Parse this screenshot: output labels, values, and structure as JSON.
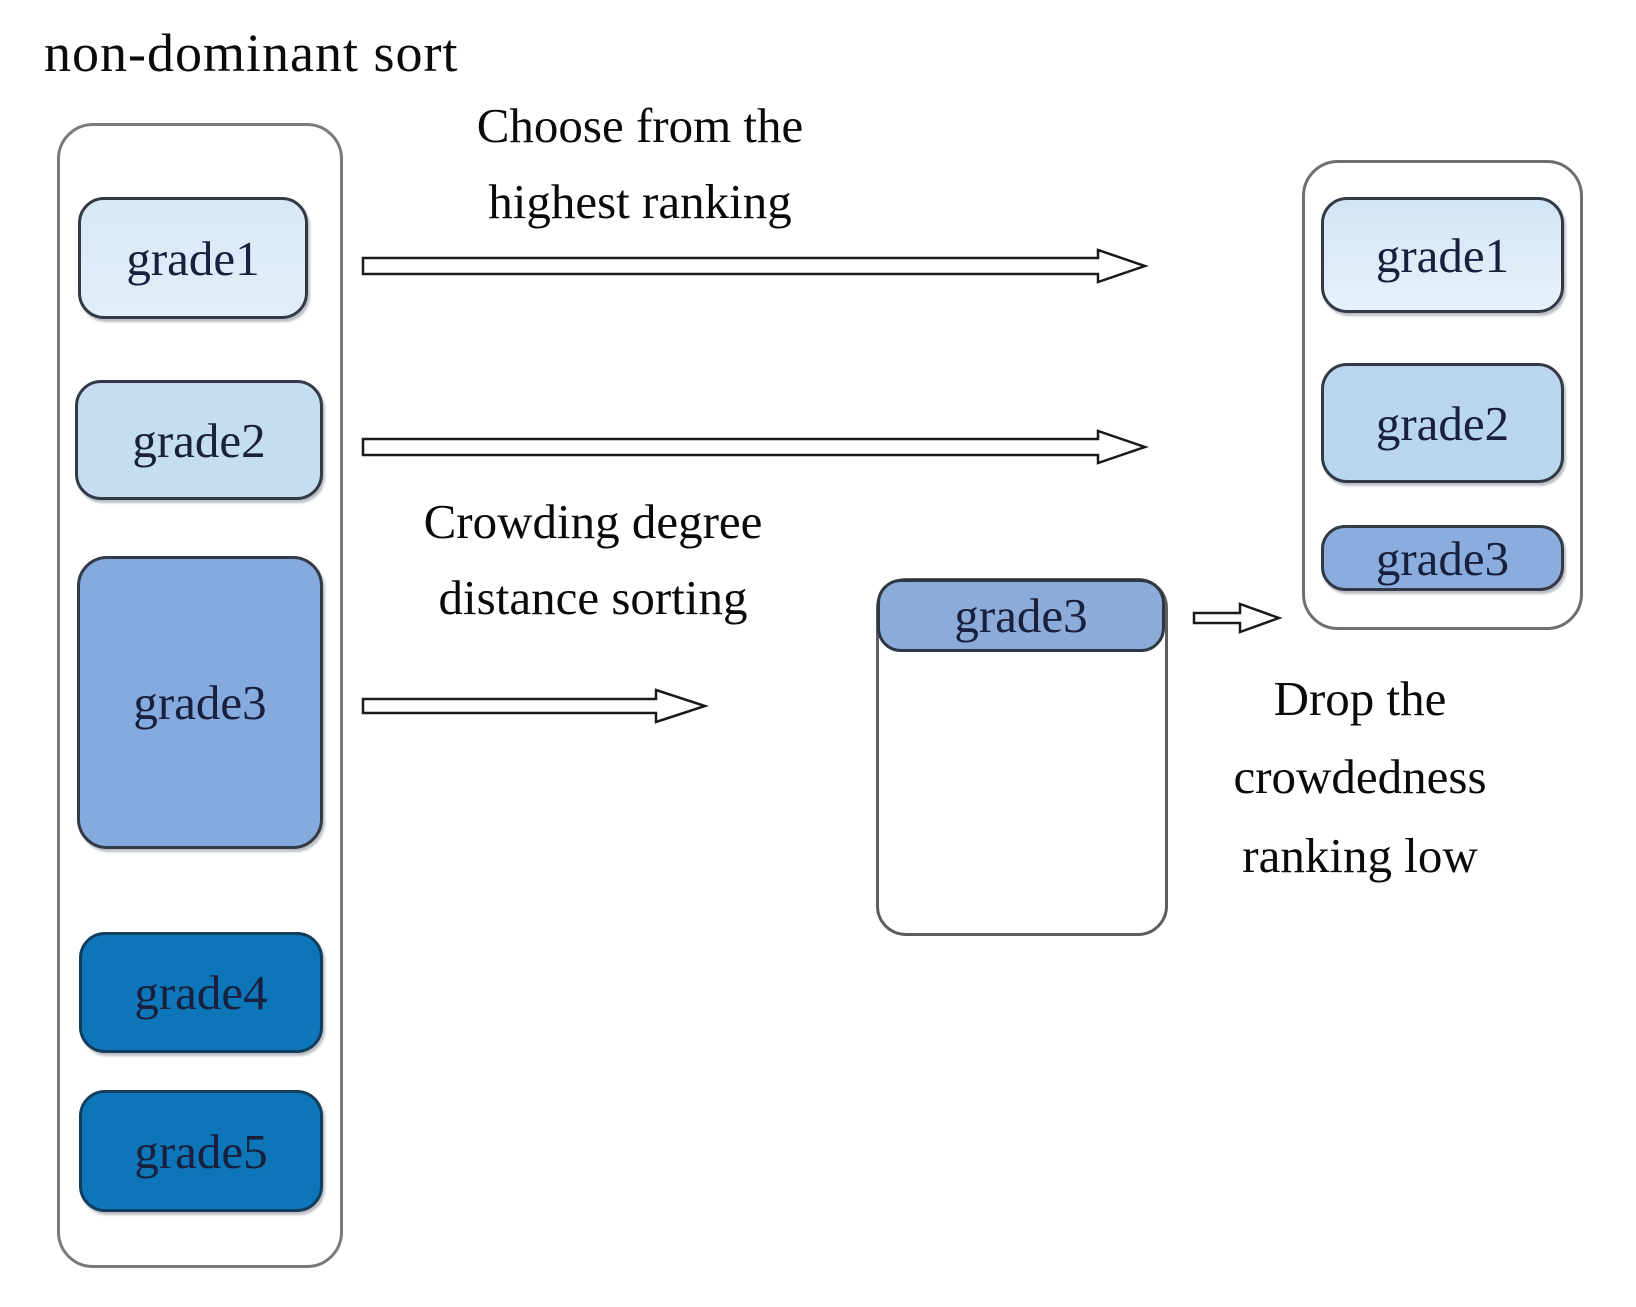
{
  "title": "non-dominant sort",
  "left_panel": {
    "items": [
      {
        "label": "grade1",
        "color": "#dcebf8"
      },
      {
        "label": "grade2",
        "color": "#c4ddf0"
      },
      {
        "label": "grade3",
        "color": "#85aadd"
      },
      {
        "label": "grade4",
        "color": "#0d76b8"
      },
      {
        "label": "grade5",
        "color": "#0d76b8"
      }
    ]
  },
  "captions": {
    "choose": {
      "line1": "Choose from the",
      "line2": "highest ranking"
    },
    "crowding": {
      "line1": "Crowding degree",
      "line2": "distance sorting"
    },
    "drop": {
      "line1": "Drop the",
      "line2": "crowdedness",
      "line3": "ranking low"
    }
  },
  "middle_box": {
    "header": {
      "label": "grade3",
      "color": "#8cabd8"
    }
  },
  "right_panel": {
    "items": [
      {
        "label": "grade1",
        "color": "#dcebf8"
      },
      {
        "label": "grade2",
        "color": "#b9d6ee"
      },
      {
        "label": "grade3",
        "color": "#8badde"
      }
    ]
  },
  "colors": {
    "background": "#ffffff",
    "container_border": "#7a7a7a",
    "pill_border": "#333a45",
    "dark_pill_border": "#123e5e",
    "label_text": "#18203d",
    "caption_text": "#0a0a0a",
    "arrow_fill": "#ffffff",
    "arrow_stroke": "#1a1a1a"
  }
}
